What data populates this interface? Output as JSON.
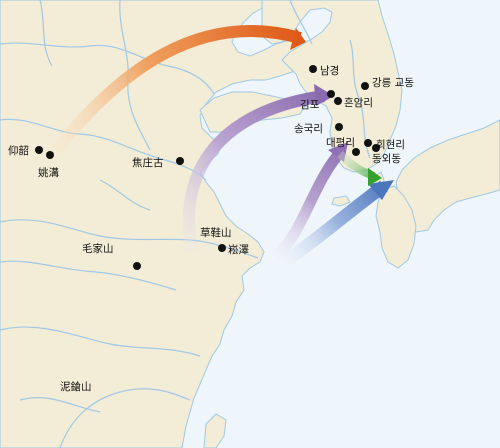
{
  "colors": {
    "sea": "#eef5fb",
    "land": "#f3ecd6",
    "river": "#9fc9e6",
    "dot": "#111111",
    "arrow_orange": "#e25d1a",
    "arrow_purple": "#8a6bb0",
    "arrow_green": "#3aa335",
    "arrow_blue": "#4f79bd"
  },
  "sites": [
    {
      "id": "yangshao",
      "label": "仰韶"
    },
    {
      "id": "yaogou",
      "label": "姚溝"
    },
    {
      "id": "jiaozhuanggu",
      "label": "焦庄古"
    },
    {
      "id": "caoxieshan",
      "label": "草鞋山"
    },
    {
      "id": "songze",
      "label": "崧澤"
    },
    {
      "id": "maojiashan",
      "label": "毛家山"
    },
    {
      "id": "nidunshan",
      "label": "泥鎗山"
    },
    {
      "id": "namgyeong",
      "label": "남경"
    },
    {
      "id": "gangneung",
      "label": "강릉 교동"
    },
    {
      "id": "gimpo",
      "label": "김포"
    },
    {
      "id": "heunamri",
      "label": "흔암리"
    },
    {
      "id": "songgukri",
      "label": "송국리"
    },
    {
      "id": "daepyeongri",
      "label": "대평리"
    },
    {
      "id": "hoehyeonri",
      "label": "회현리"
    },
    {
      "id": "dongoedong",
      "label": "동외동"
    }
  ]
}
